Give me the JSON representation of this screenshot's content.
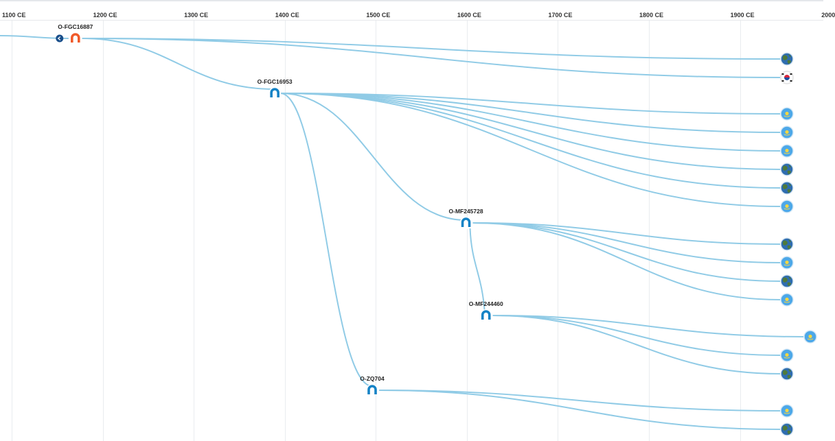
{
  "axis": {
    "ticks": [
      {
        "label": "1100 CE",
        "year": 1100
      },
      {
        "label": "1200 CE",
        "year": 1200
      },
      {
        "label": "1300 CE",
        "year": 1300
      },
      {
        "label": "1400 CE",
        "year": 1400
      },
      {
        "label": "1500 CE",
        "year": 1500
      },
      {
        "label": "1600 CE",
        "year": 1600
      },
      {
        "label": "1700 CE",
        "year": 1700
      },
      {
        "label": "1800 CE",
        "year": 1800
      },
      {
        "label": "1900 CE",
        "year": 1900
      },
      {
        "label": "2000",
        "year": 2000
      }
    ]
  },
  "colors": {
    "edge": "#90cbe6",
    "node": "#1583c6",
    "root_node": "#f05a2a",
    "nav_button": "#1a4f8b",
    "leaf_circle": "#4da8e8",
    "globe_land": "#4f7a3a",
    "globe_water": "#2f6db0",
    "kz_sun": "#f4d642"
  },
  "nodes": [
    {
      "id": "root",
      "label": "O-FGC16887",
      "year": 1170,
      "style": "root"
    },
    {
      "id": "n1",
      "label": "O-FGC16953",
      "year": 1389,
      "style": "node"
    },
    {
      "id": "n2",
      "label": "O-MF245728",
      "year": 1599,
      "style": "node"
    },
    {
      "id": "n3",
      "label": "O-MF244460",
      "year": 1621,
      "style": "node"
    },
    {
      "id": "n4",
      "label": "O-ZQ704",
      "year": 1496,
      "style": "node"
    }
  ],
  "leaves": [
    {
      "id": "l1",
      "parent": "root",
      "icon": "globe"
    },
    {
      "id": "l2",
      "parent": "root",
      "icon": "korea-flag"
    },
    {
      "id": "l3",
      "parent": "n1",
      "icon": "kazakhstan-flag"
    },
    {
      "id": "l4",
      "parent": "n1",
      "icon": "kazakhstan-flag"
    },
    {
      "id": "l5",
      "parent": "n1",
      "icon": "kazakhstan-flag"
    },
    {
      "id": "l6",
      "parent": "n1",
      "icon": "globe"
    },
    {
      "id": "l7",
      "parent": "n1",
      "icon": "globe"
    },
    {
      "id": "l8",
      "parent": "n1",
      "icon": "kazakhstan-flag"
    },
    {
      "id": "l9",
      "parent": "n2",
      "icon": "globe"
    },
    {
      "id": "l10",
      "parent": "n2",
      "icon": "kazakhstan-flag"
    },
    {
      "id": "l11",
      "parent": "n2",
      "icon": "globe"
    },
    {
      "id": "l12",
      "parent": "n2",
      "icon": "kazakhstan-flag"
    },
    {
      "id": "l13",
      "parent": "n3",
      "icon": "kazakhstan-flag"
    },
    {
      "id": "l14",
      "parent": "n3",
      "icon": "kazakhstan-flag"
    },
    {
      "id": "l15",
      "parent": "n3",
      "icon": "globe"
    },
    {
      "id": "l16",
      "parent": "n4",
      "icon": "kazakhstan-flag"
    },
    {
      "id": "l17",
      "parent": "n4",
      "icon": "globe"
    }
  ]
}
